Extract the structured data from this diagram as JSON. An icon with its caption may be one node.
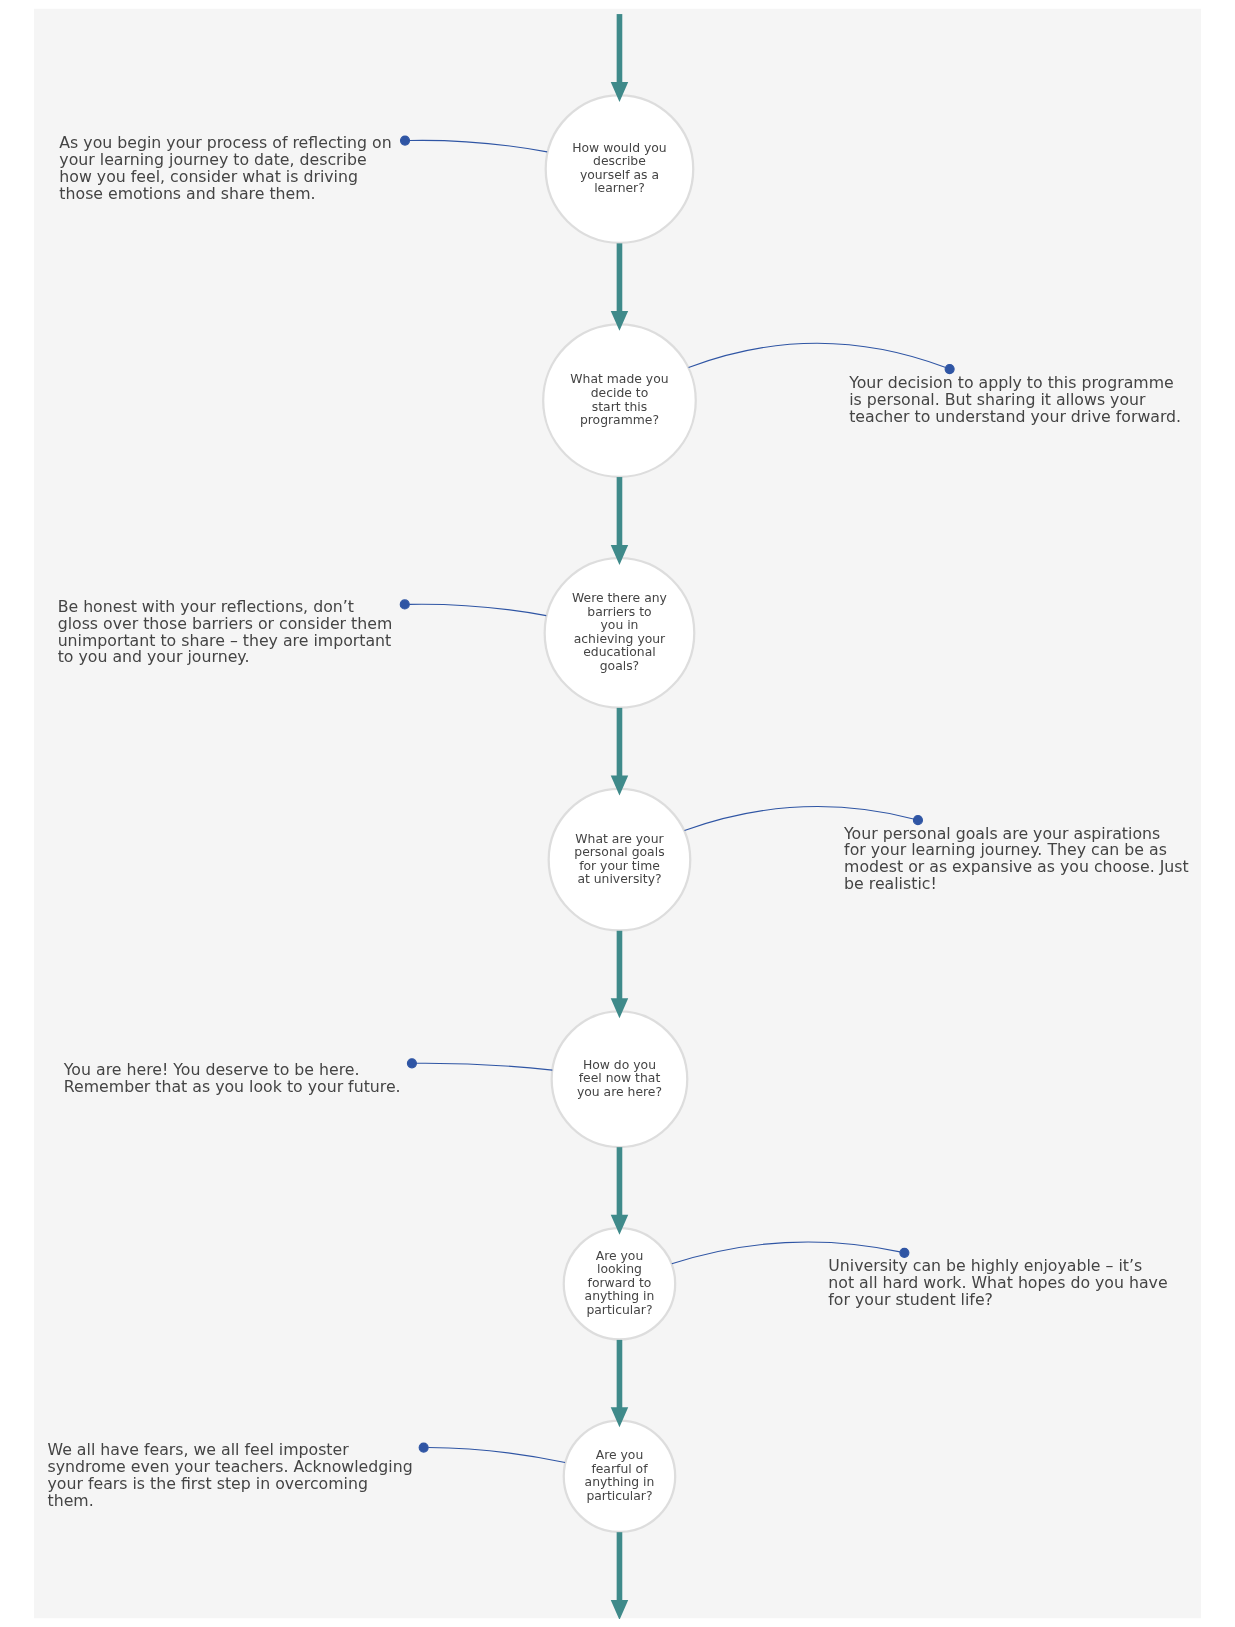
{
  "diagram": {
    "nodes": [
      {
        "text": [
          "How would you describe yourself as a learner?"
        ]
      },
      {
        "text": [
          "As you begin your process of reflecting on your learning journey to date, describe how you feel, consider what is driving those emotions and share them."
        ]
      },
      {
        "text": [
          "What made you decide to start this programme?"
        ]
      },
      {
        "text": [
          "Your decision to apply to this programme is personal. But sharing it allows your teacher to understand your drive forward."
        ]
      },
      {
        "text": [
          "Were there any barriers to you in achieving your educational goals?"
        ]
      },
      {
        "text": [
          "Be honest with your reflections, don’t gloss over those barriers or consider them unimportant to share – they are important to you and your journey."
        ]
      },
      {
        "text": [
          "What are your personal goals for your time at university?"
        ]
      },
      {
        "text": [
          "Your personal goals are your aspirations for your learning journey. They can be as modest or as expansive as you choose. Just be realistic!"
        ]
      },
      {
        "text": [
          "How do you feel now that you are here?"
        ]
      },
      {
        "text": [
          "You are here! You deserve to be here. Remember that as you look to your future."
        ]
      },
      {
        "text": [
          "Are you looking forward to anything in particular?"
        ]
      },
      {
        "text": [
          "University can be highly enjoyable – it’s not all hard work. What hopes do you have for your student life?"
        ]
      },
      {
        "text": [
          "Are you fearful of anything in particular?"
        ]
      },
      {
        "text": [
          "We all have fears, we all feel imposter syndrome even your teachers. Acknowledging your fears is the first step in overcoming them."
        ]
      }
    ],
    "edges": [
      {
        "from": null,
        "to": 0,
        "arrow": "to"
      },
      {
        "from": 0,
        "to": 2,
        "arrow": "to"
      },
      {
        "from": 2,
        "to": 4,
        "arrow": "to"
      },
      {
        "from": 4,
        "to": 6,
        "arrow": "to"
      },
      {
        "from": 6,
        "to": 8,
        "arrow": "to"
      },
      {
        "from": 8,
        "to": 10,
        "arrow": "to"
      },
      {
        "from": 10,
        "to": 12,
        "arrow": "to"
      },
      {
        "from": 12,
        "to": null,
        "arrow": "to"
      },
      {
        "from": 1,
        "to": 0,
        "arrow": "other"
      },
      {
        "from": 3,
        "to": 2,
        "arrow": "other"
      },
      {
        "from": 5,
        "to": 4,
        "arrow": "other"
      },
      {
        "from": 7,
        "to": 6,
        "arrow": "other"
      },
      {
        "from": 9,
        "to": 8,
        "arrow": "other"
      },
      {
        "from": 11,
        "to": 10,
        "arrow": "other"
      },
      {
        "from": 13,
        "to": 12,
        "arrow": "other"
      }
    ]
  }
}
